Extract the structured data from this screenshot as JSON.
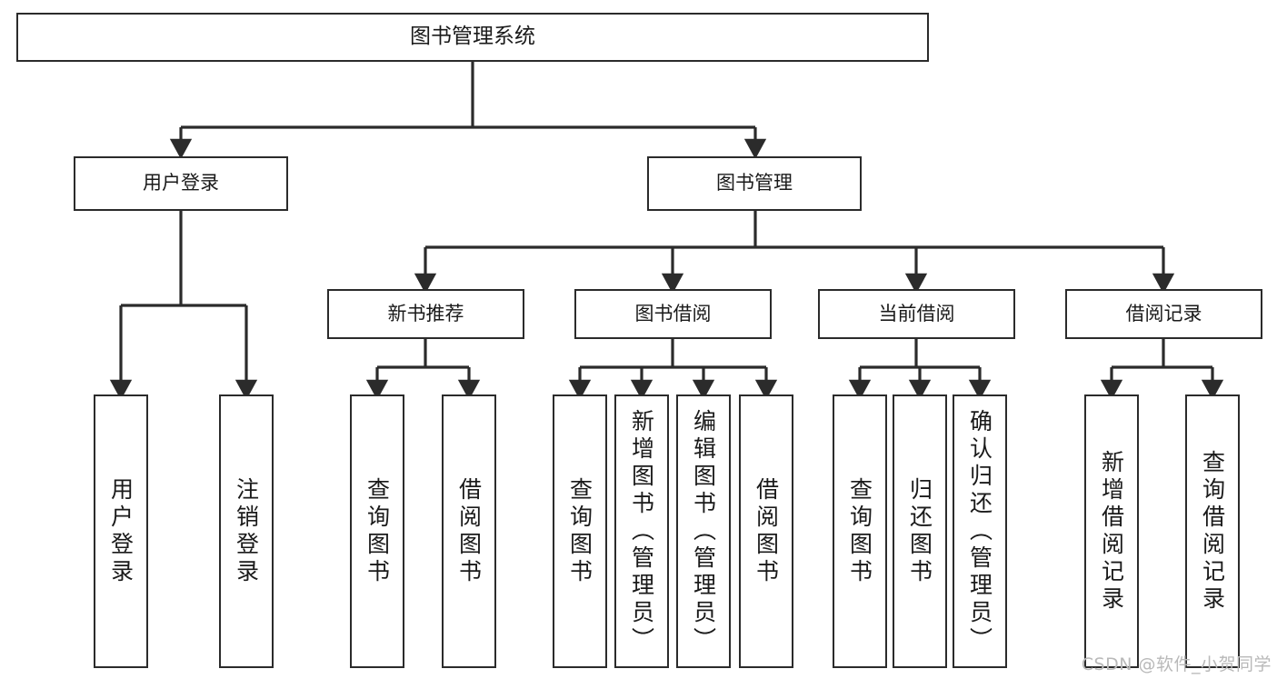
{
  "diagram": {
    "title": "图书管理系统",
    "type": "tree-hierarchy",
    "watermark": "CSDN @软件_小贺同学",
    "style": {
      "box_border_color": "#2b2b2b",
      "box_fill_color": "#ffffff",
      "edge_color": "#2b2b2b",
      "text_color": "#1a1a1a",
      "background": "#ffffff",
      "watermark_color": "#b9b9b9"
    },
    "nodes": {
      "root": {
        "label": "图书管理系统",
        "level": 1,
        "orientation": "horizontal"
      },
      "user_login": {
        "label": "用户登录",
        "level": 2,
        "orientation": "horizontal"
      },
      "book_manage": {
        "label": "图书管理",
        "level": 2,
        "orientation": "horizontal"
      },
      "new_book_rec": {
        "label": "新书推荐",
        "level": 3,
        "orientation": "horizontal"
      },
      "book_borrow": {
        "label": "图书借阅",
        "level": 3,
        "orientation": "horizontal"
      },
      "current_borrow": {
        "label": "当前借阅",
        "level": 3,
        "orientation": "horizontal"
      },
      "borrow_record": {
        "label": "借阅记录",
        "level": 3,
        "orientation": "horizontal"
      },
      "leaf_user_login": {
        "label": "用户登录",
        "level": 3,
        "orientation": "vertical"
      },
      "leaf_logout": {
        "label": "注销登录",
        "level": 3,
        "orientation": "vertical"
      },
      "leaf_query_book_1": {
        "label": "查询图书",
        "level": 4,
        "orientation": "vertical"
      },
      "leaf_borrow_book_1": {
        "label": "借阅图书",
        "level": 4,
        "orientation": "vertical"
      },
      "leaf_query_book_2": {
        "label": "查询图书",
        "level": 4,
        "orientation": "vertical"
      },
      "leaf_add_book": {
        "label": "新增图书（管理员）",
        "level": 4,
        "orientation": "vertical"
      },
      "leaf_edit_book": {
        "label": "编辑图书（管理员）",
        "level": 4,
        "orientation": "vertical"
      },
      "leaf_borrow_book_2": {
        "label": "借阅图书",
        "level": 4,
        "orientation": "vertical"
      },
      "leaf_query_book_3": {
        "label": "查询图书",
        "level": 4,
        "orientation": "vertical"
      },
      "leaf_return_book": {
        "label": "归还图书",
        "level": 4,
        "orientation": "vertical"
      },
      "leaf_confirm_return": {
        "label": "确认归还（管理员）",
        "level": 4,
        "orientation": "vertical"
      },
      "leaf_add_record": {
        "label": "新增借阅记录",
        "level": 4,
        "orientation": "vertical"
      },
      "leaf_query_record": {
        "label": "查询借阅记录",
        "level": 4,
        "orientation": "vertical"
      }
    },
    "edges": [
      {
        "from": "root",
        "to": "user_login"
      },
      {
        "from": "root",
        "to": "book_manage"
      },
      {
        "from": "user_login",
        "to": "leaf_user_login"
      },
      {
        "from": "user_login",
        "to": "leaf_logout"
      },
      {
        "from": "book_manage",
        "to": "new_book_rec"
      },
      {
        "from": "book_manage",
        "to": "book_borrow"
      },
      {
        "from": "book_manage",
        "to": "current_borrow"
      },
      {
        "from": "book_manage",
        "to": "borrow_record"
      },
      {
        "from": "new_book_rec",
        "to": "leaf_query_book_1"
      },
      {
        "from": "new_book_rec",
        "to": "leaf_borrow_book_1"
      },
      {
        "from": "book_borrow",
        "to": "leaf_query_book_2"
      },
      {
        "from": "book_borrow",
        "to": "leaf_add_book"
      },
      {
        "from": "book_borrow",
        "to": "leaf_edit_book"
      },
      {
        "from": "book_borrow",
        "to": "leaf_borrow_book_2"
      },
      {
        "from": "current_borrow",
        "to": "leaf_query_book_3"
      },
      {
        "from": "current_borrow",
        "to": "leaf_return_book"
      },
      {
        "from": "current_borrow",
        "to": "leaf_confirm_return"
      },
      {
        "from": "borrow_record",
        "to": "leaf_add_record"
      },
      {
        "from": "borrow_record",
        "to": "leaf_query_record"
      }
    ]
  }
}
